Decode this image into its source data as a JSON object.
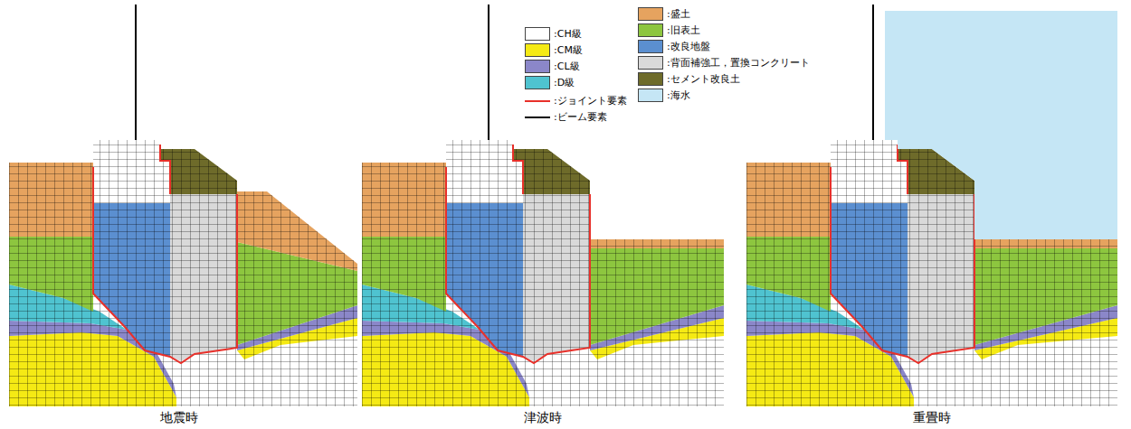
{
  "diagram": {
    "labels": [
      "地震時",
      "津波時",
      "重畳時"
    ],
    "legend": [
      {
        "text": ":CH級",
        "color": "#ffffff"
      },
      {
        "text": ":CM級",
        "color": "#f5ea14"
      },
      {
        "text": ":CL級",
        "color": "#8b87c9"
      },
      {
        "text": ":D級",
        "color": "#4fc3d0"
      },
      {
        "text": ":ジョイント要素"
      },
      {
        "text": ":ビーム要素"
      },
      {
        "text": ":盛土",
        "color": "#e6a35f"
      },
      {
        "text": ":旧表土",
        "color": "#8dc63f"
      },
      {
        "text": ":改良地盤",
        "color": "#5b8fd0"
      },
      {
        "text": ":背面補強工，置換コンクリート",
        "color": "#d9d9d9"
      },
      {
        "text": ":セメント改良土",
        "color": "#6e6b2a"
      },
      {
        "text": ":海水",
        "color": "#c5e6f5"
      }
    ]
  }
}
